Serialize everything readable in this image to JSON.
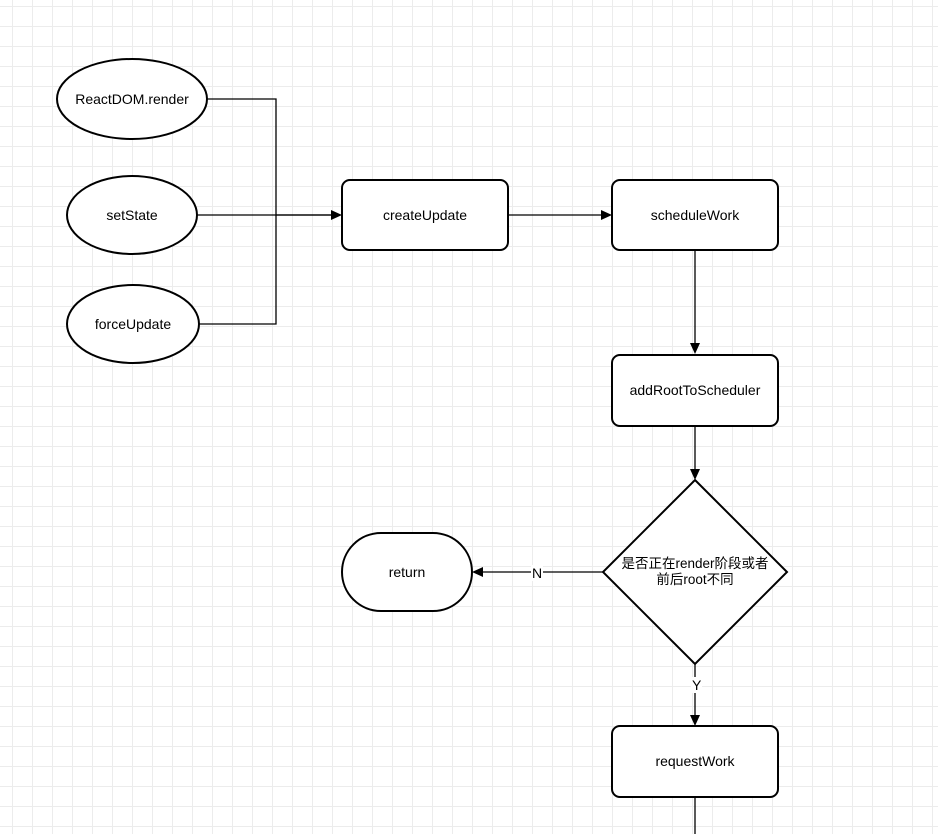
{
  "diagram": {
    "nodes": {
      "reactdom_render": {
        "label": "ReactDOM.render",
        "shape": "ellipse"
      },
      "set_state": {
        "label": "setState",
        "shape": "ellipse"
      },
      "force_update": {
        "label": "forceUpdate",
        "shape": "ellipse"
      },
      "create_update": {
        "label": "createUpdate",
        "shape": "rounded-rect"
      },
      "schedule_work": {
        "label": "scheduleWork",
        "shape": "rounded-rect"
      },
      "add_root_to_scheduler": {
        "label": "addRootToScheduler",
        "shape": "rounded-rect"
      },
      "decision": {
        "label_line1": "是否正在render阶段或者",
        "label_line2": "前后root不同",
        "shape": "diamond"
      },
      "return": {
        "label": "return",
        "shape": "terminator"
      },
      "request_work": {
        "label": "requestWork",
        "shape": "rounded-rect"
      }
    },
    "edge_labels": {
      "no": "N",
      "yes": "Y"
    },
    "colors": {
      "stroke": "#000000",
      "fill": "#ffffff",
      "grid": "#ececec"
    }
  }
}
